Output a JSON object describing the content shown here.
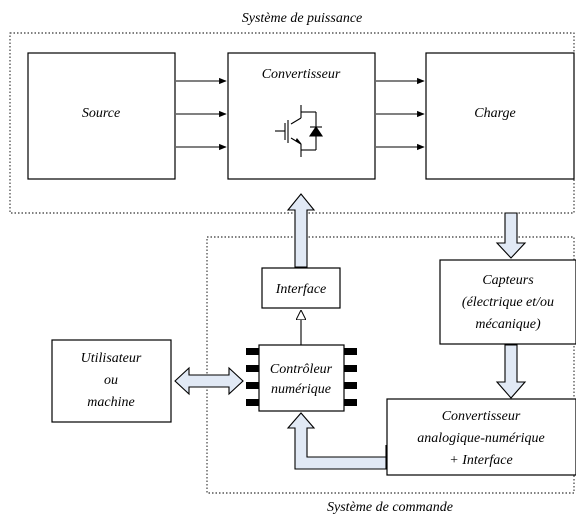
{
  "power_system": {
    "title": "Système de puissance",
    "source": "Source",
    "converter": "Convertisseur",
    "load": "Charge"
  },
  "control_system": {
    "title": "Système de commande",
    "interface": "Interface",
    "controller": [
      "Contrôleur",
      "numérique"
    ],
    "sensors": [
      "Capteurs",
      "(électrique et/ou",
      "mécanique)"
    ],
    "adc": [
      "Convertisseur",
      "analogique-numérique",
      "+ Interface"
    ]
  },
  "user": [
    "Utilisateur",
    "ou",
    "machine"
  ],
  "colors": {
    "block_arrow_fill": "#e1e9f5",
    "stroke": "#000000"
  }
}
